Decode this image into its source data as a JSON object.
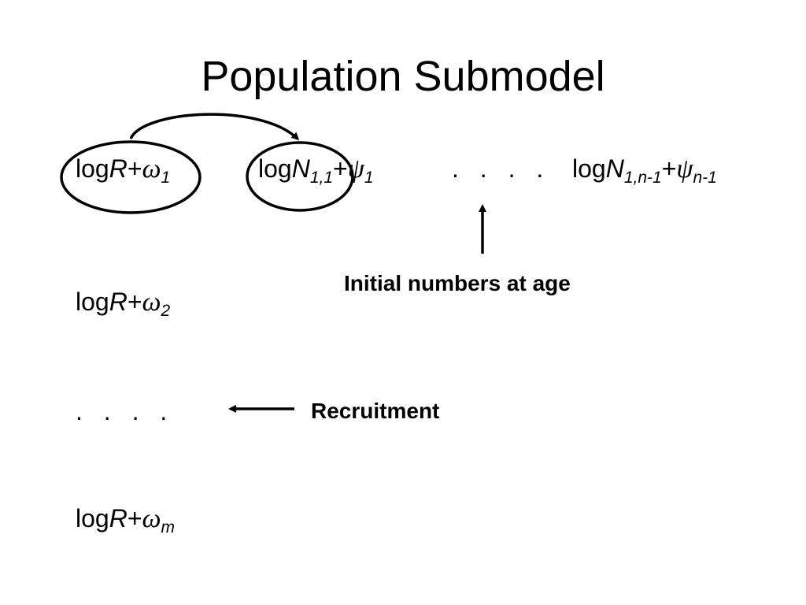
{
  "title": "Population Submodel",
  "row1": {
    "r": {
      "log": "log",
      "var": "R",
      "plus": "+",
      "greek": "ω",
      "sub": "1"
    },
    "n11": {
      "log": "log",
      "var": "N",
      "sub": "1,1",
      "plus": "+",
      "greek": "ψ",
      "gsub": "1"
    },
    "dots": ". . . .",
    "nlast": {
      "log": "log",
      "var": "N",
      "sub": "1,n-1",
      "plus": "+",
      "greek": "ψ",
      "gsub": "n-1"
    }
  },
  "row2": {
    "log": "log",
    "var": "R",
    "plus": "+",
    "greek": "ω",
    "sub": "2"
  },
  "row3": {
    "dots": ". . . ."
  },
  "row4": {
    "log": "log",
    "var": "R",
    "plus": "+",
    "greek": "ω",
    "sub": "m"
  },
  "labels": {
    "initial": "Initial numbers at age",
    "recruitment": "Recruitment"
  }
}
